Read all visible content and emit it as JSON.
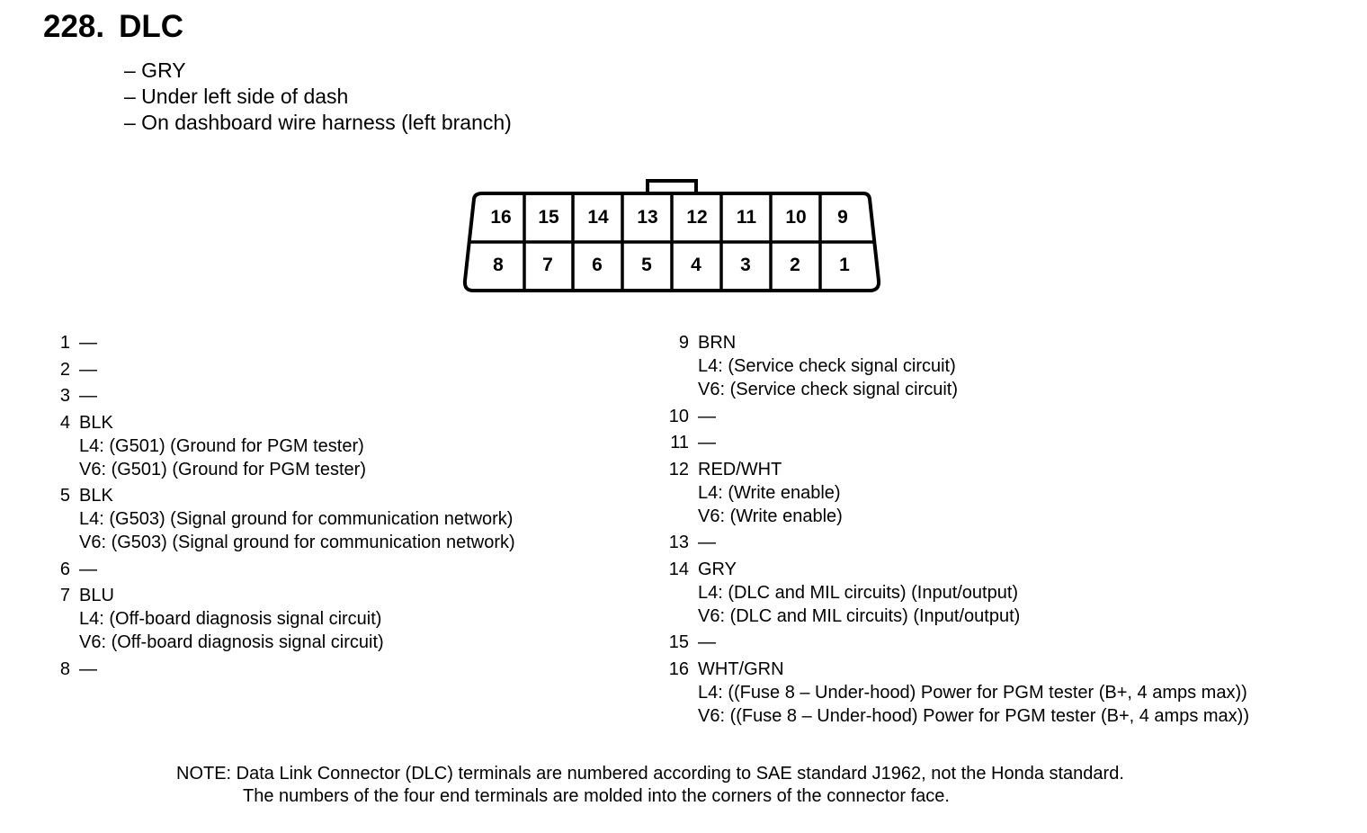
{
  "header": {
    "number": "228.",
    "name": "DLC"
  },
  "info": [
    "– GRY",
    "– Under left side of dash",
    "– On dashboard wire harness (left branch)"
  ],
  "connector": {
    "top_row": [
      "16",
      "15",
      "14",
      "13",
      "12",
      "11",
      "10",
      "9"
    ],
    "bottom_row": [
      "8",
      "7",
      "6",
      "5",
      "4",
      "3",
      "2",
      "1"
    ]
  },
  "pins_left": [
    {
      "num": "1",
      "head": "—",
      "lines": []
    },
    {
      "num": "2",
      "head": "—",
      "lines": []
    },
    {
      "num": "3",
      "head": "—",
      "lines": []
    },
    {
      "num": "4",
      "head": "BLK",
      "lines": [
        "L4: (G501) (Ground for PGM tester)",
        "V6: (G501) (Ground for PGM tester)"
      ]
    },
    {
      "num": "5",
      "head": "BLK",
      "lines": [
        "L4: (G503) (Signal ground for communication network)",
        "V6: (G503) (Signal ground for communication network)"
      ]
    },
    {
      "num": "6",
      "head": "—",
      "lines": []
    },
    {
      "num": "7",
      "head": "BLU",
      "lines": [
        "L4: (Off-board diagnosis signal circuit)",
        "V6: (Off-board diagnosis signal circuit)"
      ]
    },
    {
      "num": "8",
      "head": "—",
      "lines": []
    }
  ],
  "pins_right": [
    {
      "num": "9",
      "head": "BRN",
      "lines": [
        "L4: (Service check signal circuit)",
        "V6: (Service check signal circuit)"
      ]
    },
    {
      "num": "10",
      "head": "—",
      "lines": []
    },
    {
      "num": "11",
      "head": "—",
      "lines": []
    },
    {
      "num": "12",
      "head": "RED/WHT",
      "lines": [
        "L4: (Write enable)",
        "V6: (Write enable)"
      ]
    },
    {
      "num": "13",
      "head": "—",
      "lines": []
    },
    {
      "num": "14",
      "head": "GRY",
      "lines": [
        "L4: (DLC and MIL circuits) (Input/output)",
        "V6: (DLC and MIL circuits) (Input/output)"
      ]
    },
    {
      "num": "15",
      "head": "—",
      "lines": []
    },
    {
      "num": "16",
      "head": "WHT/GRN",
      "lines": [
        "L4: ((Fuse 8 – Under-hood) Power for PGM tester (B+, 4 amps max))",
        "V6: ((Fuse 8 – Under-hood) Power for PGM tester (B+, 4 amps max))"
      ]
    }
  ],
  "note": {
    "line1": "NOTE: Data Link Connector (DLC) terminals are numbered according to SAE standard J1962, not the Honda standard.",
    "line2": "The numbers of the four end terminals are molded into the corners of the connector face."
  }
}
